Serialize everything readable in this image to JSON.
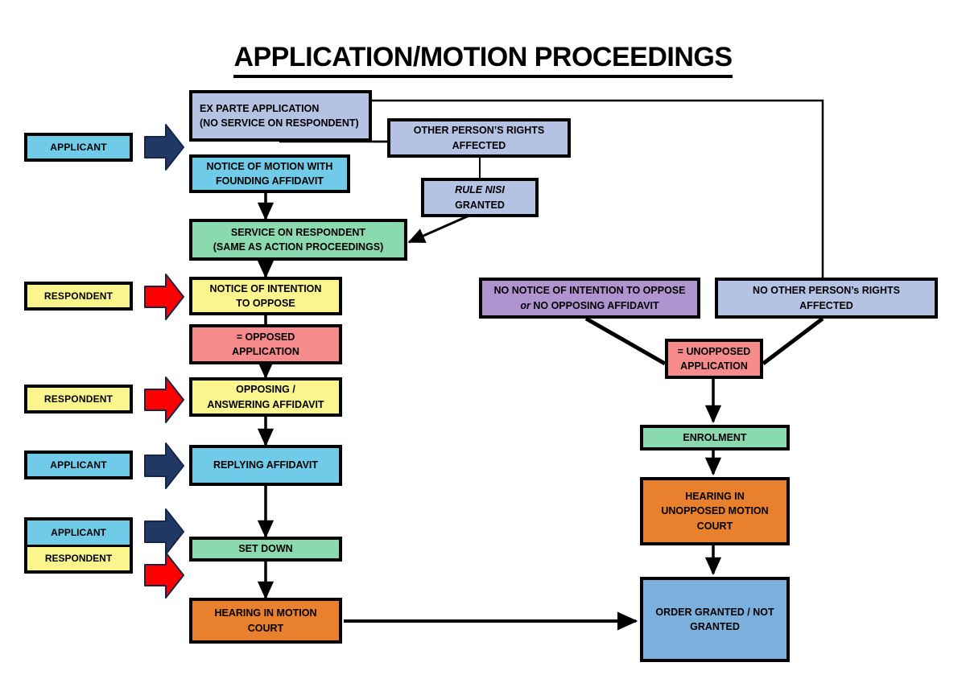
{
  "title": "APPLICATION/MOTION PROCEEDINGS",
  "colors": {
    "periwinkle": "#b4c3e3",
    "sky_blue": "#6fcbe8",
    "green": "#8bd9ae",
    "yellow": "#fbf58e",
    "salmon": "#f58b8b",
    "orange": "#e8802e",
    "purple": "#b094d0",
    "medium_blue": "#7cb0dc",
    "applicant_arrow": "#1f3864",
    "respondent_arrow": "#ff0000",
    "outline": "#000000"
  },
  "party_labels": {
    "applicant": "APPLICANT",
    "respondent": "RESPONDENT",
    "chip_1": "APPLICANT",
    "chip_2": "RESPONDENT",
    "chip_3": "RESPONDENT",
    "chip_4": "APPLICANT",
    "chip_5_top": "APPLICANT",
    "chip_5_bottom": "RESPONDENT"
  },
  "nodes": {
    "ex_parte": {
      "line1": "EX PARTE APPLICATION",
      "line2": "(NO SERVICE ON RESPONDENT)"
    },
    "other_person_rights": {
      "line1": "OTHER PERSON’S RIGHTS",
      "line2": "AFFECTED"
    },
    "rule_nisi": {
      "line1": "RULE NISI",
      "line2": "GRANTED"
    },
    "notice_of_motion": {
      "line1": "NOTICE OF MOTION WITH",
      "line2": "FOUNDING AFFIDAVIT"
    },
    "service_on_respondent": {
      "line1": "SERVICE ON RESPONDENT",
      "line2": "(SAME AS ACTION PROCEEDINGS)"
    },
    "notice_of_intention": {
      "line1": "NOTICE OF INTENTION",
      "line2": "TO OPPOSE"
    },
    "opposed_application": {
      "line1": "= OPPOSED",
      "line2": "APPLICATION"
    },
    "opposing_affidavit": {
      "line1": "OPPOSING /",
      "line2": "ANSWERING AFFIDAVIT"
    },
    "replying_affidavit": {
      "line1": "REPLYING AFFIDAVIT"
    },
    "set_down": {
      "line1": "SET DOWN"
    },
    "hearing_motion_court": {
      "line1": "HEARING IN MOTION",
      "line2": "COURT"
    },
    "no_notice_of_intention": {
      "line1": "NO NOTICE OF INTENTION TO OPPOSE",
      "line2_italic": "or",
      "line2": " NO OPPOSING AFFIDAVIT"
    },
    "no_other_person_rights": {
      "line1": "NO OTHER PERSON’s RIGHTS",
      "line2": "AFFECTED"
    },
    "unopposed_application": {
      "line1": "= UNOPPOSED",
      "line2": "APPLICATION"
    },
    "enrolment": {
      "line1": "ENROLMENT"
    },
    "hearing_unopposed_motion_court": {
      "line1": "HEARING IN",
      "line2": "UNOPPOSED MOTION",
      "line3": "COURT"
    },
    "order_granted": {
      "line1": "ORDER GRANTED / NOT",
      "line2": "GRANTED"
    }
  }
}
